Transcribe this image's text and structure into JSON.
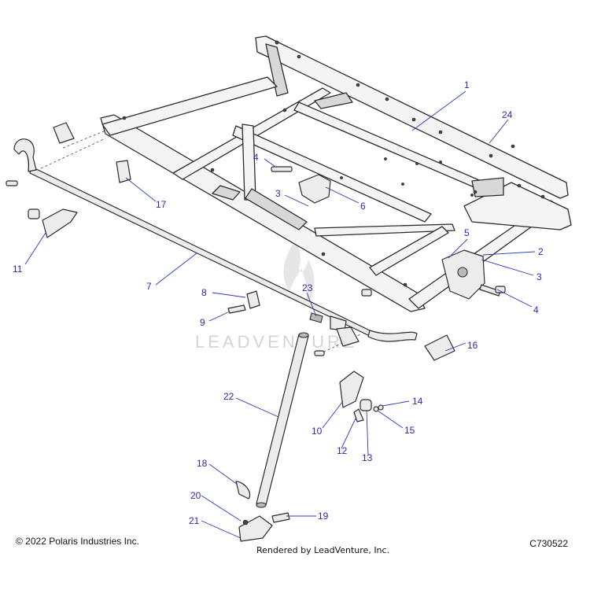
{
  "footer": {
    "copyright": "© 2022 Polaris Industries Inc.",
    "rendered_by": "Rendered by LeadVenture, Inc.",
    "diagram_code": "C730522"
  },
  "watermark": {
    "text": "LEADVENTURE"
  },
  "callouts": [
    {
      "id": "c1",
      "label": "1"
    },
    {
      "id": "c24",
      "label": "24"
    },
    {
      "id": "c4a",
      "label": "4"
    },
    {
      "id": "c3a",
      "label": "3"
    },
    {
      "id": "c6",
      "label": "6"
    },
    {
      "id": "c17",
      "label": "17"
    },
    {
      "id": "c11",
      "label": "11"
    },
    {
      "id": "c7",
      "label": "7"
    },
    {
      "id": "c5",
      "label": "5"
    },
    {
      "id": "c2",
      "label": "2"
    },
    {
      "id": "c3b",
      "label": "3"
    },
    {
      "id": "c4b",
      "label": "4"
    },
    {
      "id": "c8",
      "label": "8"
    },
    {
      "id": "c9",
      "label": "9"
    },
    {
      "id": "c23",
      "label": "23"
    },
    {
      "id": "c16",
      "label": "16"
    },
    {
      "id": "c22",
      "label": "22"
    },
    {
      "id": "c14",
      "label": "14"
    },
    {
      "id": "c15",
      "label": "15"
    },
    {
      "id": "c10",
      "label": "10"
    },
    {
      "id": "c12",
      "label": "12"
    },
    {
      "id": "c13",
      "label": "13"
    },
    {
      "id": "c18",
      "label": "18"
    },
    {
      "id": "c20",
      "label": "20"
    },
    {
      "id": "c19",
      "label": "19"
    },
    {
      "id": "c21",
      "label": "21"
    }
  ]
}
